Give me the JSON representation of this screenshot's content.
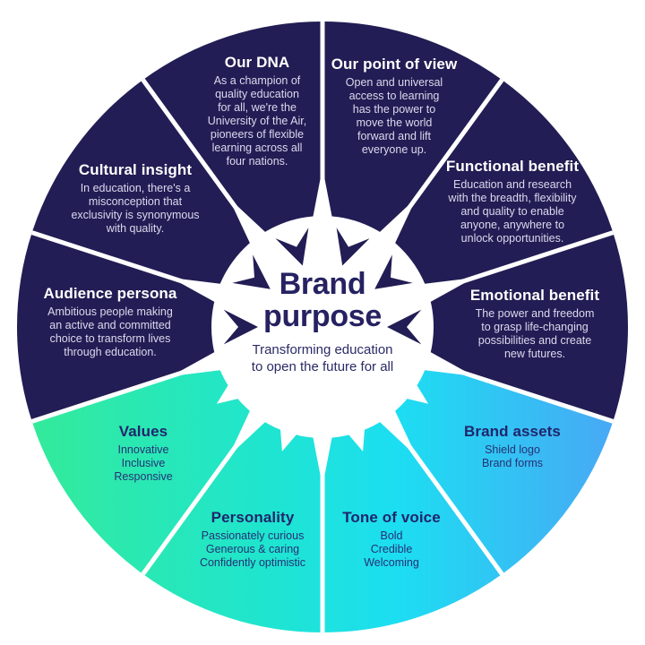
{
  "center": {
    "title_lines": [
      "Brand",
      "purpose"
    ],
    "subtitle_lines": [
      "Transforming education",
      "to open the future for all"
    ]
  },
  "segments": [
    {
      "id": "our-point-of-view",
      "label": "Our point of view",
      "palette": "navy",
      "body_lines": [
        "Open and universal",
        "access to learning",
        "has the power to",
        "move the world",
        "forward and lift",
        "everyone up."
      ]
    },
    {
      "id": "functional-benefit",
      "label": "Functional benefit",
      "palette": "navy",
      "body_lines": [
        "Education and research",
        "with the breadth, flexibility",
        "and quality to enable",
        "anyone, anywhere to",
        "unlock opportunities."
      ]
    },
    {
      "id": "emotional-benefit",
      "label": "Emotional benefit",
      "palette": "navy",
      "body_lines": [
        "The power and freedom",
        "to grasp life-changing",
        "possibilities and create",
        "new futures."
      ]
    },
    {
      "id": "brand-assets",
      "label": "Brand assets",
      "palette": "gradient",
      "body_lines": [
        "Shield logo",
        "Brand forms"
      ]
    },
    {
      "id": "tone-of-voice",
      "label": "Tone of voice",
      "palette": "gradient",
      "body_lines": [
        "Bold",
        "Credible",
        "Welcoming"
      ]
    },
    {
      "id": "personality",
      "label": "Personality",
      "palette": "gradient",
      "body_lines": [
        "Passionately curious",
        "Generous & caring",
        "Confidently optimistic"
      ]
    },
    {
      "id": "values",
      "label": "Values",
      "palette": "gradient",
      "body_lines": [
        "Innovative",
        "Inclusive",
        "Responsive"
      ]
    },
    {
      "id": "audience-persona",
      "label": "Audience persona",
      "palette": "navy",
      "body_lines": [
        "Ambitious people making",
        "an active and committed",
        "choice to transform lives",
        "through education."
      ]
    },
    {
      "id": "cultural-insight",
      "label": "Cultural insight",
      "palette": "navy",
      "body_lines": [
        "In education, there's a",
        "misconception that",
        "exclusivity is synonymous",
        "with quality."
      ]
    },
    {
      "id": "our-dna",
      "label": "Our DNA",
      "palette": "navy",
      "body_lines": [
        "As a champion of",
        "quality education",
        "for all, we're the",
        "University of the Air,",
        "pioneers of flexible",
        "learning across all",
        "four nations."
      ]
    }
  ],
  "colors": {
    "navy": "#221d54",
    "divider": "#ffffff",
    "center_bg": "#ffffff",
    "grad_stop_1": "#35EB97",
    "grad_stop_2": "#1FE5CE",
    "grad_stop_3": "#1CDEF2",
    "grad_stop_4": "#4BA5F5",
    "heading_on_navy": "#ffffff",
    "heading_on_gradient": "#20266b",
    "center_text": "#262262"
  }
}
